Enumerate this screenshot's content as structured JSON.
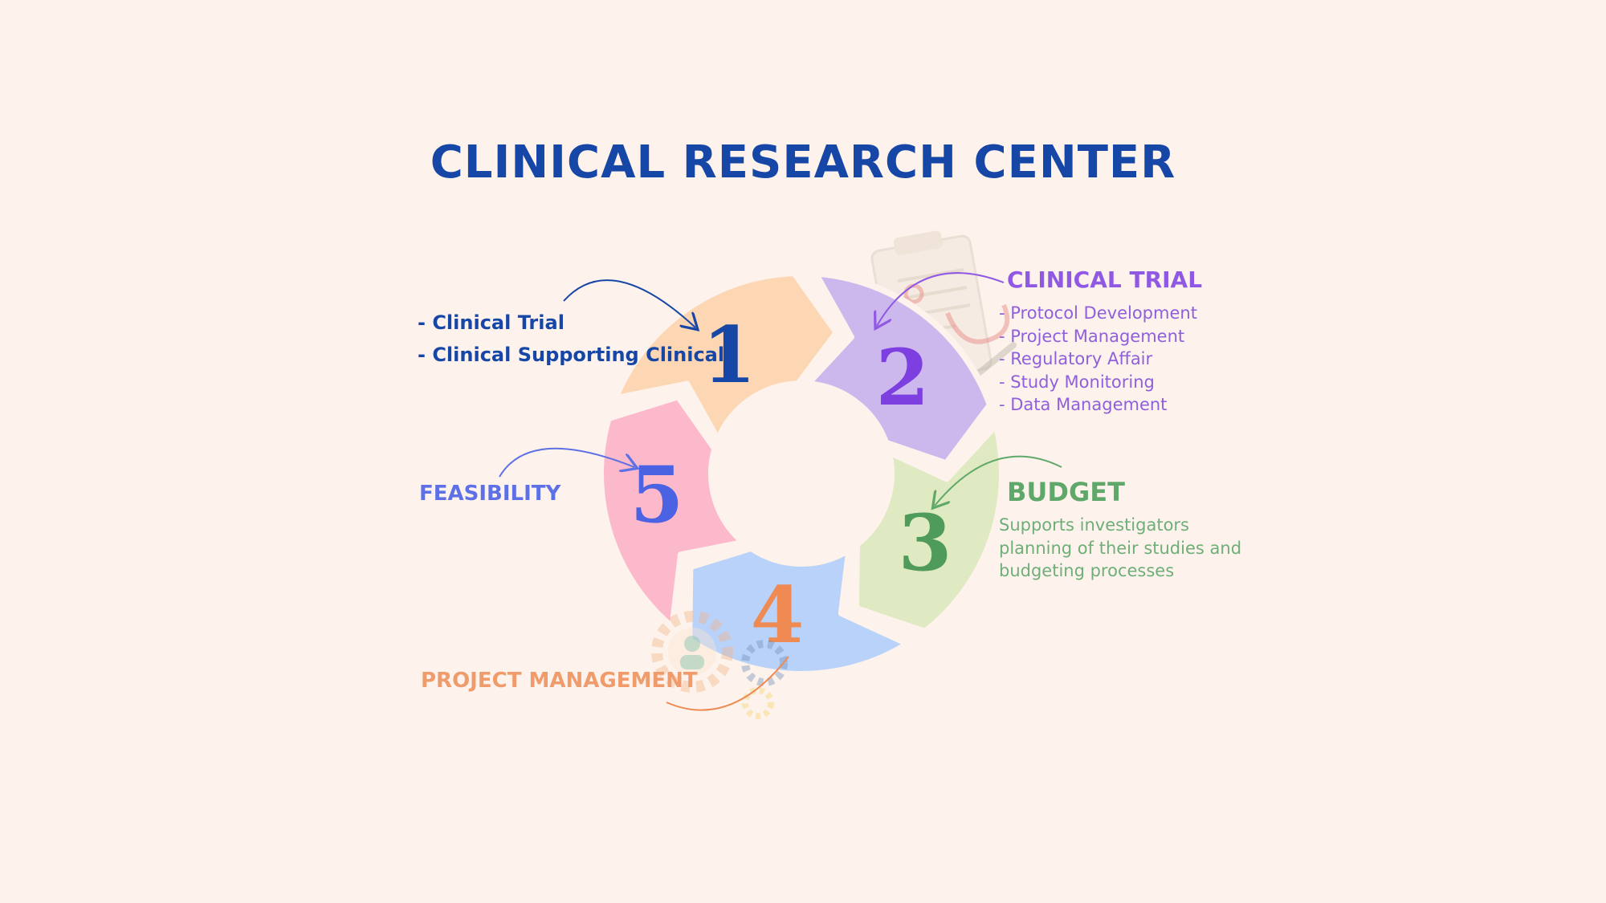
{
  "title": "CLINICAL RESEARCH CENTER",
  "colors": {
    "background": "#fdf3ec",
    "title": "#1747a6",
    "segment_1": "#fdd6b4",
    "segment_2": "#cdb8ee",
    "segment_3": "#dfe9c2",
    "segment_4": "#b9d2fa",
    "segment_5": "#fcb9cb"
  },
  "segments": [
    {
      "number": "1",
      "color": "#fdd6b4",
      "number_color": "#1747a6"
    },
    {
      "number": "2",
      "color": "#cdb8ee",
      "number_color": "#7d3fe0"
    },
    {
      "number": "3",
      "color": "#dfe9c2",
      "number_color": "#4f9b5c"
    },
    {
      "number": "4",
      "color": "#b9d2fa",
      "number_color": "#ee8a52"
    },
    {
      "number": "5",
      "color": "#fcb9cb",
      "number_color": "#4b62e3"
    }
  ],
  "stage1": {
    "items": [
      "- Clinical Trial",
      "- Clinical Supporting Clinical"
    ]
  },
  "clinical_trial": {
    "heading": "CLINICAL TRIAL",
    "items": [
      "- Protocol Development",
      "- Project Management",
      "- Regulatory Affair",
      "- Study Monitoring",
      "- Data Management"
    ]
  },
  "budget": {
    "heading": "BUDGET",
    "description": "Supports investigators planning of their studies and budgeting processes"
  },
  "feasibility": {
    "heading": "FEASIBILITY"
  },
  "project_management": {
    "heading": "PROJECT MANAGEMENT"
  },
  "icons": [
    "clipboard-icon",
    "stethoscope-icon",
    "gear-icon",
    "person-icon"
  ]
}
